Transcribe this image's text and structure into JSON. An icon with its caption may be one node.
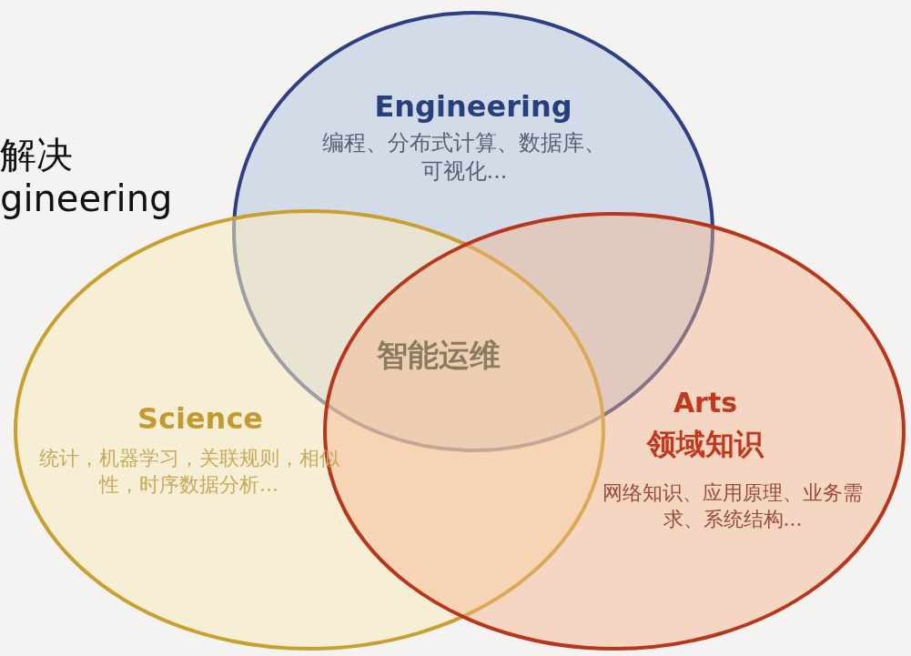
{
  "diagram": {
    "nodes": [
      {
        "text": [
          "Engineering",
          "编程、分布式计算、数据库、可视化..."
        ]
      },
      {
        "text": [
          "Science",
          "统计，机器学习，关联规则，相似性，时序数据分析..."
        ]
      },
      {
        "text": [
          "Arts",
          "领域知识",
          "网络知识、应用原理、业务需求、系统结构..."
        ]
      }
    ],
    "edges": [],
    "labels": [
      "解决",
      "gineering",
      "智能运维"
    ]
  }
}
